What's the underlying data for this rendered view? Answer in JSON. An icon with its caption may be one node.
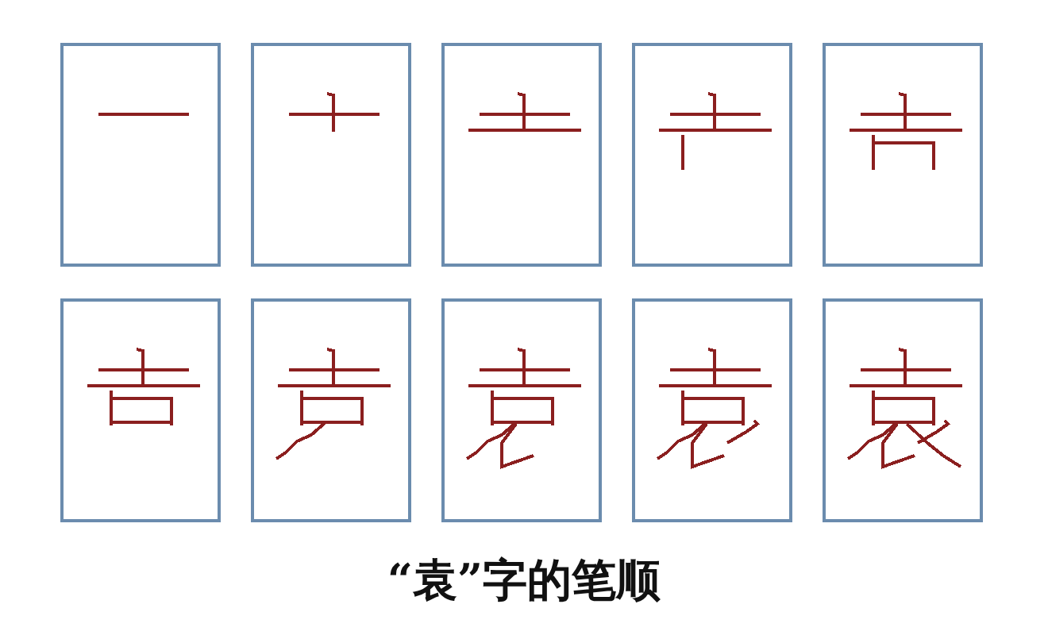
{
  "diagram": {
    "title": "“袁”字的笔顺",
    "nodes": [
      {
        "text": [],
        "shape": "box"
      },
      {
        "text": [],
        "shape": "box"
      },
      {
        "text": [],
        "shape": "box"
      },
      {
        "text": [],
        "shape": "box"
      },
      {
        "text": [],
        "shape": "box"
      },
      {
        "text": [],
        "shape": "box"
      },
      {
        "text": [],
        "shape": "box"
      },
      {
        "text": [],
        "shape": "box"
      },
      {
        "text": [],
        "shape": "box"
      },
      {
        "text": [],
        "shape": "box"
      }
    ]
  }
}
